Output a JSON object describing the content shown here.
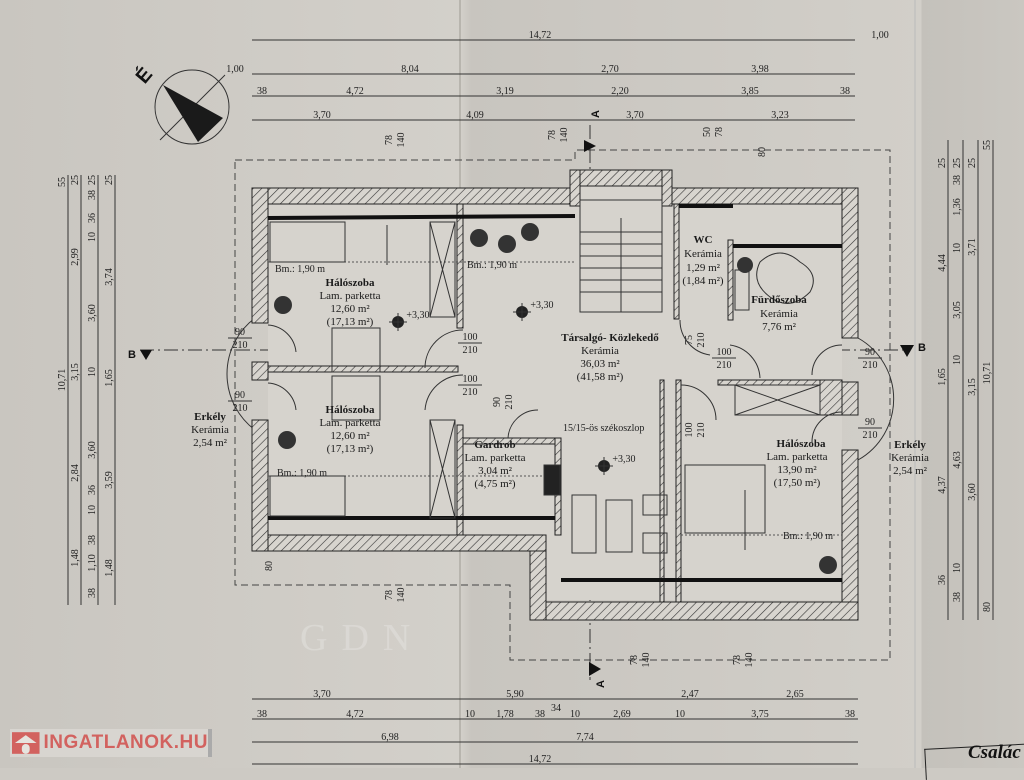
{
  "compass": {
    "label": "É"
  },
  "rooms": [
    {
      "name": "Hálószoba",
      "floor": "Lam. parketta",
      "area": "12,60 m²",
      "area_gross": "(17,13 m²)"
    },
    {
      "name": "Hálószoba",
      "floor": "Lam. parketta",
      "area": "12,60 m²",
      "area_gross": "(17,13 m²)"
    },
    {
      "name": "Társalgó- Közlekedő",
      "floor": "Kerámia",
      "area": "36,03 m²",
      "area_gross": "(41,58 m²)"
    },
    {
      "name": "WC",
      "floor": "Kerámia",
      "area": "1,29 m²",
      "area_gross": "(1,84 m²)"
    },
    {
      "name": "Fürdőszoba",
      "floor": "Kerámia",
      "area": "7,76 m²"
    },
    {
      "name": "Gardrob",
      "floor": "Lam. parketta",
      "area": "3,04 m²",
      "area_gross": "(4,75 m²)"
    },
    {
      "name": "Hálószoba",
      "floor": "Lam. parketta",
      "area": "13,90 m²",
      "area_gross": "(17,50 m²)"
    },
    {
      "name": "Erkély",
      "floor": "Kerámia",
      "area": "2,54 m²"
    },
    {
      "name": "Erkély",
      "floor": "Kerámia",
      "area": "2,54 m²"
    }
  ],
  "annotations": {
    "bm": [
      "Bm.: 1,90 m",
      "Bm.: 1,90 m",
      "Bm.: 1,90 m",
      "Bm.: 1,90 m"
    ],
    "elevations": [
      "+3,30",
      "+3,30",
      "+3,30"
    ],
    "column_note": "15/15-ös székoszlop",
    "section_a": "A",
    "section_b": "B"
  },
  "door_labels": [
    [
      "90",
      "210"
    ],
    [
      "90",
      "210"
    ],
    [
      "100",
      "210"
    ],
    [
      "100",
      "210"
    ],
    [
      "90",
      "210"
    ],
    [
      "75",
      "210"
    ],
    [
      "100",
      "210"
    ],
    [
      "90",
      "210"
    ],
    [
      "90",
      "210"
    ],
    [
      "100",
      "210"
    ]
  ],
  "window_labels": [
    [
      "78",
      "140"
    ],
    [
      "78",
      "140"
    ],
    [
      "50",
      "78"
    ],
    [
      "78",
      "140"
    ],
    [
      "78",
      "140"
    ],
    [
      "78",
      "140"
    ]
  ],
  "misc_dims": [
    "80",
    "80"
  ],
  "dimensions": {
    "top": [
      [
        "14,72",
        "1,00"
      ],
      [
        "1,00",
        "8,04",
        "2,70",
        "3,98"
      ],
      [
        "38",
        "4,72",
        "3,19",
        "2,20",
        "3,85",
        "38"
      ],
      [
        "3,70",
        "4,09",
        "3,70",
        "3,23"
      ]
    ],
    "bottom": [
      [
        "3,70",
        "5,90",
        "2,47",
        "2,65"
      ],
      [
        "38",
        "4,72",
        "10",
        "1,78",
        "38",
        "34",
        "10",
        "2,69",
        "10",
        "3,75",
        "38"
      ],
      [
        "6,98",
        "7,74"
      ],
      [
        "14,72"
      ]
    ],
    "left": [
      [
        "55",
        "10,71"
      ],
      [
        "25",
        "2,99",
        "3,15",
        "2,84",
        "1,48"
      ],
      [
        "25",
        "38",
        "36",
        "10",
        "3,60",
        "10",
        "3,60",
        "10",
        "36",
        "38",
        "1,10",
        "38"
      ],
      [
        "25",
        "3,74",
        "1,65",
        "3,59",
        "1,48"
      ]
    ],
    "right": [
      [
        "25",
        "4,44",
        "1,65",
        "4,37",
        "36"
      ],
      [
        "25",
        "38",
        "1,36",
        "10",
        "3,05",
        "10",
        "4,63",
        "10",
        "38"
      ],
      [
        "25",
        "3,71",
        "3,15",
        "3,60"
      ],
      [
        "55",
        "10,71",
        "80"
      ]
    ]
  },
  "watermark": "GDN",
  "logo": {
    "text": "INGATLANOK.HU"
  },
  "title_block": {
    "text": "Csalác"
  }
}
